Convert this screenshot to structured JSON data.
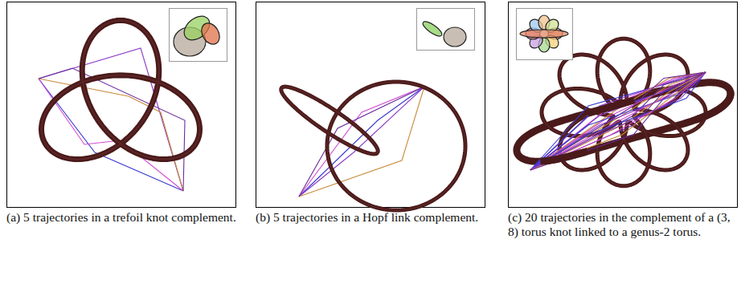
{
  "diagram": {
    "labels": [
      "(a) 5 trajectories in a trefoil knot complement.",
      "(b) 5 trajectories in a Hopf link complement.",
      "(c) 20 trajectories in the complement of a (3, 8) torus knot linked to a genus-2 torus."
    ]
  }
}
